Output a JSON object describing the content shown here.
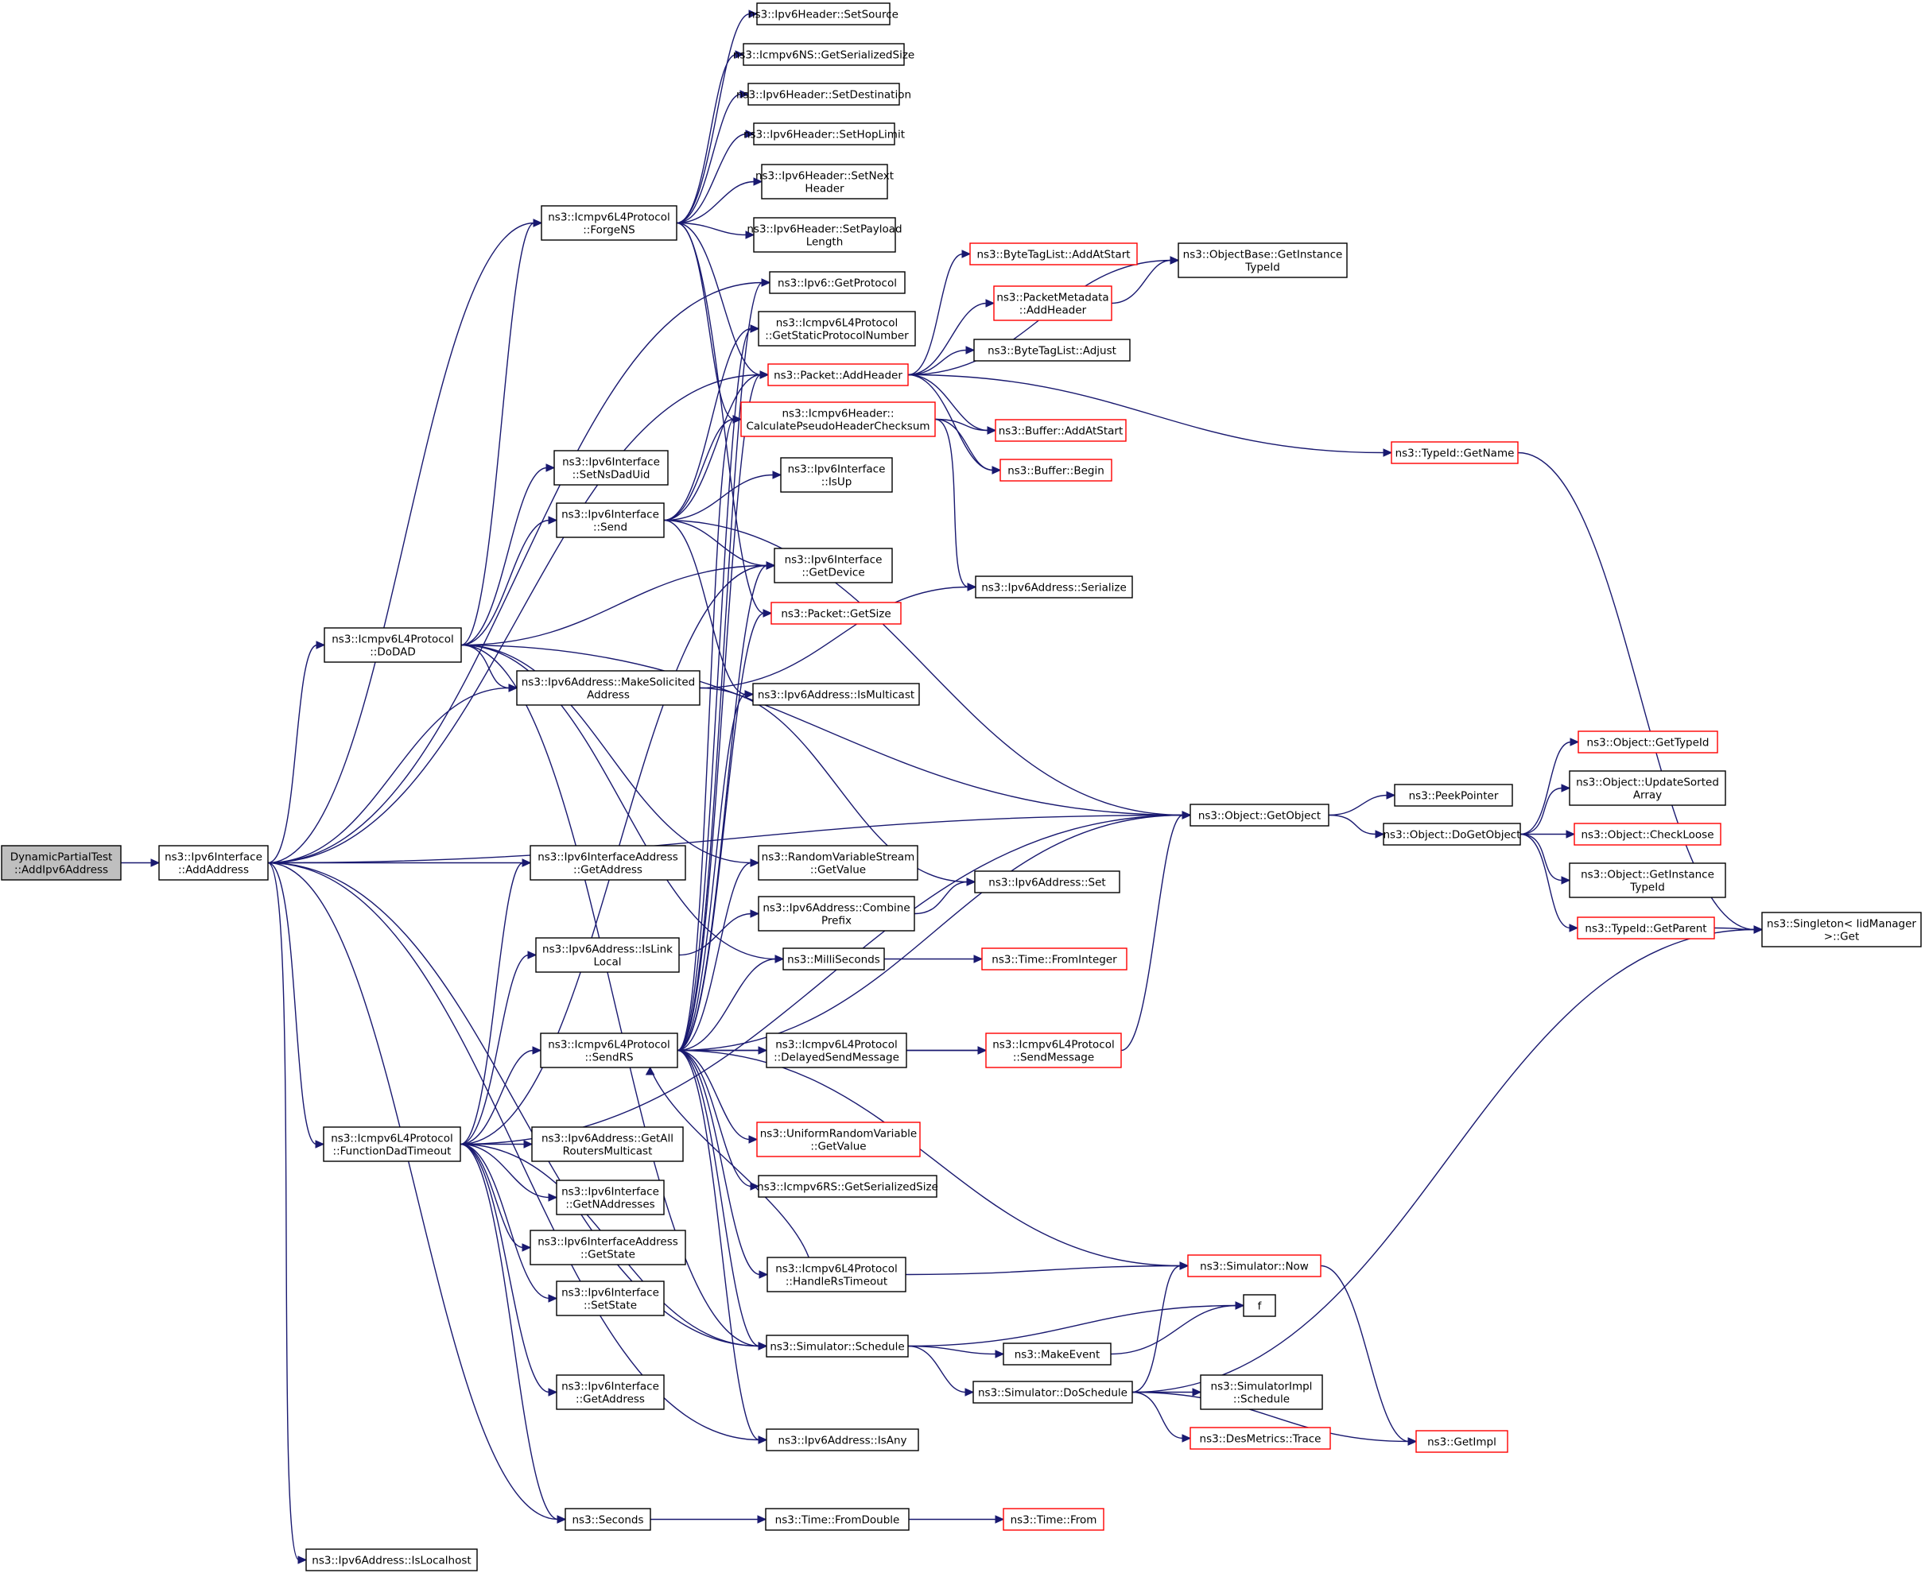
{
  "nodes": [
    {
      "id": "root",
      "lines": [
        "DynamicPartialTest",
        "::AddIpv6Address"
      ],
      "style": "root"
    },
    {
      "id": "addaddr",
      "lines": [
        "ns3::Ipv6Interface",
        "::AddAddress"
      ],
      "style": "normal"
    },
    {
      "id": "forgens",
      "lines": [
        "ns3::Icmpv6L4Protocol",
        "::ForgeNS"
      ],
      "style": "normal"
    },
    {
      "id": "setsource",
      "lines": [
        "ns3::Ipv6Header::SetSource"
      ],
      "style": "normal"
    },
    {
      "id": "nsgetser",
      "lines": [
        "ns3::Icmpv6NS::GetSerializedSize"
      ],
      "style": "normal"
    },
    {
      "id": "setdest",
      "lines": [
        "ns3::Ipv6Header::SetDestination"
      ],
      "style": "normal"
    },
    {
      "id": "sethop",
      "lines": [
        "ns3::Ipv6Header::SetHopLimit"
      ],
      "style": "normal"
    },
    {
      "id": "setnext",
      "lines": [
        "ns3::Ipv6Header::SetNext",
        "Header"
      ],
      "style": "normal"
    },
    {
      "id": "setpayload",
      "lines": [
        "ns3::Ipv6Header::SetPayload",
        "Length"
      ],
      "style": "normal"
    },
    {
      "id": "getprotocol",
      "lines": [
        "ns3::Ipv6::GetProtocol"
      ],
      "style": "normal"
    },
    {
      "id": "getstatic",
      "lines": [
        "ns3::Icmpv6L4Protocol",
        "::GetStaticProtocolNumber"
      ],
      "style": "normal"
    },
    {
      "id": "addheader",
      "lines": [
        "ns3::Packet::AddHeader"
      ],
      "style": "red"
    },
    {
      "id": "calcpseudo",
      "lines": [
        "ns3::Icmpv6Header::",
        "CalculatePseudoHeaderChecksum"
      ],
      "style": "red"
    },
    {
      "id": "bytetagaddstart",
      "lines": [
        "ns3::ByteTagList::AddAtStart"
      ],
      "style": "red"
    },
    {
      "id": "pktmetaadd",
      "lines": [
        "ns3::PacketMetadata",
        "::AddHeader"
      ],
      "style": "red"
    },
    {
      "id": "objbaseinst",
      "lines": [
        "ns3::ObjectBase::GetInstance",
        "TypeId"
      ],
      "style": "normal"
    },
    {
      "id": "bytetagadjust",
      "lines": [
        "ns3::ByteTagList::Adjust"
      ],
      "style": "normal"
    },
    {
      "id": "bufaddstart",
      "lines": [
        "ns3::Buffer::AddAtStart"
      ],
      "style": "red"
    },
    {
      "id": "bufbegin",
      "lines": [
        "ns3::Buffer::Begin"
      ],
      "style": "red"
    },
    {
      "id": "typeidname",
      "lines": [
        "ns3::TypeId::GetName"
      ],
      "style": "red"
    },
    {
      "id": "setnsdaduid",
      "lines": [
        "ns3::Ipv6Interface",
        "::SetNsDadUid"
      ],
      "style": "normal"
    },
    {
      "id": "send",
      "lines": [
        "ns3::Ipv6Interface",
        "::Send"
      ],
      "style": "normal"
    },
    {
      "id": "isup",
      "lines": [
        "ns3::Ipv6Interface",
        "::IsUp"
      ],
      "style": "normal"
    },
    {
      "id": "getdevice",
      "lines": [
        "ns3::Ipv6Interface",
        "::GetDevice"
      ],
      "style": "normal"
    },
    {
      "id": "ipv6serialize",
      "lines": [
        "ns3::Ipv6Address::Serialize"
      ],
      "style": "normal"
    },
    {
      "id": "pktgetsize",
      "lines": [
        "ns3::Packet::GetSize"
      ],
      "style": "red"
    },
    {
      "id": "dodad",
      "lines": [
        "ns3::Icmpv6L4Protocol",
        "::DoDAD"
      ],
      "style": "normal"
    },
    {
      "id": "makesolicited",
      "lines": [
        "ns3::Ipv6Address::MakeSolicited",
        "Address"
      ],
      "style": "normal"
    },
    {
      "id": "ismulticast",
      "lines": [
        "ns3::Ipv6Address::IsMulticast"
      ],
      "style": "normal"
    },
    {
      "id": "getobject",
      "lines": [
        "ns3::Object::GetObject"
      ],
      "style": "normal"
    },
    {
      "id": "peekpointer",
      "lines": [
        "ns3::PeekPointer"
      ],
      "style": "normal"
    },
    {
      "id": "dogetobject",
      "lines": [
        "ns3::Object::DoGetObject"
      ],
      "style": "normal"
    },
    {
      "id": "objgettypeid",
      "lines": [
        "ns3::Object::GetTypeId"
      ],
      "style": "red"
    },
    {
      "id": "updatesorted",
      "lines": [
        "ns3::Object::UpdateSorted",
        "Array"
      ],
      "style": "normal"
    },
    {
      "id": "checkloose",
      "lines": [
        "ns3::Object::CheckLoose"
      ],
      "style": "red"
    },
    {
      "id": "objgetinst",
      "lines": [
        "ns3::Object::GetInstance",
        "TypeId"
      ],
      "style": "normal"
    },
    {
      "id": "gettypeparent",
      "lines": [
        "ns3::TypeId::GetParent"
      ],
      "style": "red"
    },
    {
      "id": "singletonget",
      "lines": [
        "ns3::Singleton< IidManager",
        ">::Get"
      ],
      "style": "normal"
    },
    {
      "id": "ifaddrgetaddr",
      "lines": [
        "ns3::Ipv6InterfaceAddress",
        "::GetAddress"
      ],
      "style": "normal"
    },
    {
      "id": "rvsgetvalue",
      "lines": [
        "ns3::RandomVariableStream",
        "::GetValue"
      ],
      "style": "normal"
    },
    {
      "id": "ipv6set",
      "lines": [
        "ns3::Ipv6Address::Set"
      ],
      "style": "normal"
    },
    {
      "id": "combineprefix",
      "lines": [
        "ns3::Ipv6Address::Combine",
        "Prefix"
      ],
      "style": "normal"
    },
    {
      "id": "islinklocal",
      "lines": [
        "ns3::Ipv6Address::IsLink",
        "Local"
      ],
      "style": "normal"
    },
    {
      "id": "milliseconds",
      "lines": [
        "ns3::MilliSeconds"
      ],
      "style": "normal"
    },
    {
      "id": "fromint",
      "lines": [
        "ns3::Time::FromInteger"
      ],
      "style": "red"
    },
    {
      "id": "sendrs",
      "lines": [
        "ns3::Icmpv6L4Protocol",
        "::SendRS"
      ],
      "style": "normal"
    },
    {
      "id": "delayedsend",
      "lines": [
        "ns3::Icmpv6L4Protocol",
        "::DelayedSendMessage"
      ],
      "style": "normal"
    },
    {
      "id": "sendmessage",
      "lines": [
        "ns3::Icmpv6L4Protocol",
        "::SendMessage"
      ],
      "style": "red"
    },
    {
      "id": "urvgetvalue",
      "lines": [
        "ns3::UniformRandomVariable",
        "::GetValue"
      ],
      "style": "red"
    },
    {
      "id": "rsgetser",
      "lines": [
        "ns3::Icmpv6RS::GetSerializedSize"
      ],
      "style": "normal"
    },
    {
      "id": "fundadtimeout",
      "lines": [
        "ns3::Icmpv6L4Protocol",
        "::FunctionDadTimeout"
      ],
      "style": "normal"
    },
    {
      "id": "getallrouters",
      "lines": [
        "ns3::Ipv6Address::GetAll",
        "RoutersMulticast"
      ],
      "style": "normal"
    },
    {
      "id": "getnaddr",
      "lines": [
        "ns3::Ipv6Interface",
        "::GetNAddresses"
      ],
      "style": "normal"
    },
    {
      "id": "ifaddrgetstate",
      "lines": [
        "ns3::Ipv6InterfaceAddress",
        "::GetState"
      ],
      "style": "normal"
    },
    {
      "id": "setstate",
      "lines": [
        "ns3::Ipv6Interface",
        "::SetState"
      ],
      "style": "normal"
    },
    {
      "id": "simnow",
      "lines": [
        "ns3::Simulator::Now"
      ],
      "style": "red"
    },
    {
      "id": "handlerstimeout",
      "lines": [
        "ns3::Icmpv6L4Protocol",
        "::HandleRsTimeout"
      ],
      "style": "normal"
    },
    {
      "id": "f",
      "lines": [
        "f"
      ],
      "style": "normal"
    },
    {
      "id": "simschedule",
      "lines": [
        "ns3::Simulator::Schedule"
      ],
      "style": "normal"
    },
    {
      "id": "makeevent",
      "lines": [
        "ns3::MakeEvent"
      ],
      "style": "normal"
    },
    {
      "id": "ifgetaddr",
      "lines": [
        "ns3::Ipv6Interface",
        "::GetAddress"
      ],
      "style": "normal"
    },
    {
      "id": "doschedule",
      "lines": [
        "ns3::Simulator::DoSchedule"
      ],
      "style": "normal"
    },
    {
      "id": "simimplschedule",
      "lines": [
        "ns3::SimulatorImpl",
        "::Schedule"
      ],
      "style": "normal"
    },
    {
      "id": "desmetrics",
      "lines": [
        "ns3::DesMetrics::Trace"
      ],
      "style": "red"
    },
    {
      "id": "getimpl",
      "lines": [
        "ns3::GetImpl"
      ],
      "style": "red"
    },
    {
      "id": "isany",
      "lines": [
        "ns3::Ipv6Address::IsAny"
      ],
      "style": "normal"
    },
    {
      "id": "seconds",
      "lines": [
        "ns3::Seconds"
      ],
      "style": "normal"
    },
    {
      "id": "fromdouble",
      "lines": [
        "ns3::Time::FromDouble"
      ],
      "style": "normal"
    },
    {
      "id": "timefrom",
      "lines": [
        "ns3::Time::From"
      ],
      "style": "red"
    },
    {
      "id": "islocalhost",
      "lines": [
        "ns3::Ipv6Address::IsLocalhost"
      ],
      "style": "normal"
    }
  ],
  "edges": [
    [
      "root",
      "addaddr"
    ],
    [
      "addaddr",
      "forgens"
    ],
    [
      "addaddr",
      "getprotocol"
    ],
    [
      "addaddr",
      "addheader"
    ],
    [
      "addaddr",
      "dodad"
    ],
    [
      "addaddr",
      "makesolicited"
    ],
    [
      "addaddr",
      "getobject"
    ],
    [
      "addaddr",
      "ifaddrgetaddr"
    ],
    [
      "addaddr",
      "fundadtimeout"
    ],
    [
      "addaddr",
      "simschedule"
    ],
    [
      "addaddr",
      "isany"
    ],
    [
      "addaddr",
      "seconds"
    ],
    [
      "addaddr",
      "islocalhost"
    ],
    [
      "forgens",
      "setsource"
    ],
    [
      "forgens",
      "nsgetser"
    ],
    [
      "forgens",
      "setdest"
    ],
    [
      "forgens",
      "sethop"
    ],
    [
      "forgens",
      "setnext"
    ],
    [
      "forgens",
      "setpayload"
    ],
    [
      "forgens",
      "addheader"
    ],
    [
      "forgens",
      "calcpseudo"
    ],
    [
      "forgens",
      "pktgetsize"
    ],
    [
      "addheader",
      "bytetagaddstart"
    ],
    [
      "addheader",
      "pktmetaadd"
    ],
    [
      "addheader",
      "objbaseinst"
    ],
    [
      "addheader",
      "bytetagadjust"
    ],
    [
      "addheader",
      "bufaddstart"
    ],
    [
      "addheader",
      "bufbegin"
    ],
    [
      "addheader",
      "typeidname"
    ],
    [
      "pktmetaadd",
      "objbaseinst"
    ],
    [
      "calcpseudo",
      "bufaddstart"
    ],
    [
      "calcpseudo",
      "bufbegin"
    ],
    [
      "calcpseudo",
      "ipv6serialize"
    ],
    [
      "typeidname",
      "singletonget"
    ],
    [
      "send",
      "getstatic"
    ],
    [
      "send",
      "addheader"
    ],
    [
      "send",
      "calcpseudo"
    ],
    [
      "send",
      "isup"
    ],
    [
      "send",
      "getdevice"
    ],
    [
      "send",
      "ismulticast"
    ],
    [
      "send",
      "getobject"
    ],
    [
      "dodad",
      "forgens"
    ],
    [
      "dodad",
      "setnsdaduid"
    ],
    [
      "dodad",
      "send"
    ],
    [
      "dodad",
      "getdevice"
    ],
    [
      "dodad",
      "makesolicited"
    ],
    [
      "dodad",
      "getobject"
    ],
    [
      "dodad",
      "rvsgetvalue"
    ],
    [
      "dodad",
      "milliseconds"
    ],
    [
      "dodad",
      "simschedule"
    ],
    [
      "makesolicited",
      "ipv6serialize"
    ],
    [
      "makesolicited",
      "ipv6set"
    ],
    [
      "getobject",
      "peekpointer"
    ],
    [
      "getobject",
      "dogetobject"
    ],
    [
      "dogetobject",
      "objgettypeid"
    ],
    [
      "dogetobject",
      "updatesorted"
    ],
    [
      "dogetobject",
      "checkloose"
    ],
    [
      "dogetobject",
      "objgetinst"
    ],
    [
      "dogetobject",
      "gettypeparent"
    ],
    [
      "gettypeparent",
      "singletonget"
    ],
    [
      "combineprefix",
      "ipv6set"
    ],
    [
      "islinklocal",
      "combineprefix"
    ],
    [
      "milliseconds",
      "fromint"
    ],
    [
      "sendrs",
      "getprotocol"
    ],
    [
      "sendrs",
      "getstatic"
    ],
    [
      "sendrs",
      "addheader"
    ],
    [
      "sendrs",
      "calcpseudo"
    ],
    [
      "sendrs",
      "getdevice"
    ],
    [
      "sendrs",
      "pktgetsize"
    ],
    [
      "sendrs",
      "ismulticast"
    ],
    [
      "sendrs",
      "getobject"
    ],
    [
      "sendrs",
      "rvsgetvalue"
    ],
    [
      "sendrs",
      "milliseconds"
    ],
    [
      "sendrs",
      "delayedsend"
    ],
    [
      "sendrs",
      "sendmessage"
    ],
    [
      "sendrs",
      "urvgetvalue"
    ],
    [
      "sendrs",
      "rsgetser"
    ],
    [
      "sendrs",
      "simnow"
    ],
    [
      "sendrs",
      "handlerstimeout"
    ],
    [
      "sendrs",
      "simschedule"
    ],
    [
      "sendrs",
      "isany"
    ],
    [
      "delayedsend",
      "sendmessage"
    ],
    [
      "sendmessage",
      "getobject"
    ],
    [
      "handlerstimeout",
      "sendrs"
    ],
    [
      "handlerstimeout",
      "simnow"
    ],
    [
      "fundadtimeout",
      "ifaddrgetaddr"
    ],
    [
      "fundadtimeout",
      "islinklocal"
    ],
    [
      "fundadtimeout",
      "getdevice"
    ],
    [
      "fundadtimeout",
      "getobject"
    ],
    [
      "fundadtimeout",
      "sendrs"
    ],
    [
      "fundadtimeout",
      "getallrouters"
    ],
    [
      "fundadtimeout",
      "getnaddr"
    ],
    [
      "fundadtimeout",
      "ifaddrgetstate"
    ],
    [
      "fundadtimeout",
      "setstate"
    ],
    [
      "fundadtimeout",
      "ifgetaddr"
    ],
    [
      "fundadtimeout",
      "simschedule"
    ],
    [
      "fundadtimeout",
      "seconds"
    ],
    [
      "simnow",
      "getimpl"
    ],
    [
      "simschedule",
      "f"
    ],
    [
      "simschedule",
      "makeevent"
    ],
    [
      "simschedule",
      "doschedule"
    ],
    [
      "makeevent",
      "f"
    ],
    [
      "doschedule",
      "simnow"
    ],
    [
      "doschedule",
      "simimplschedule"
    ],
    [
      "doschedule",
      "desmetrics"
    ],
    [
      "doschedule",
      "getimpl"
    ],
    [
      "doschedule",
      "singletonget"
    ],
    [
      "seconds",
      "fromdouble"
    ],
    [
      "fromdouble",
      "timefrom"
    ]
  ]
}
